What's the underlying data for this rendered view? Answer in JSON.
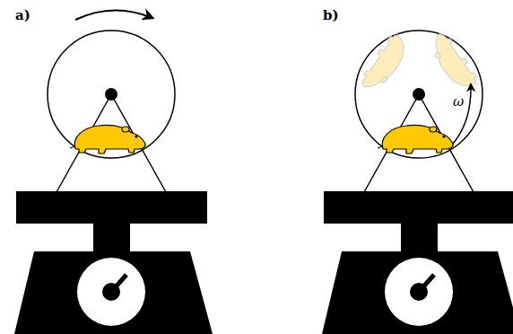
{
  "diagram": {
    "labels": [
      "a)",
      "b)",
      "ω"
    ]
  }
}
